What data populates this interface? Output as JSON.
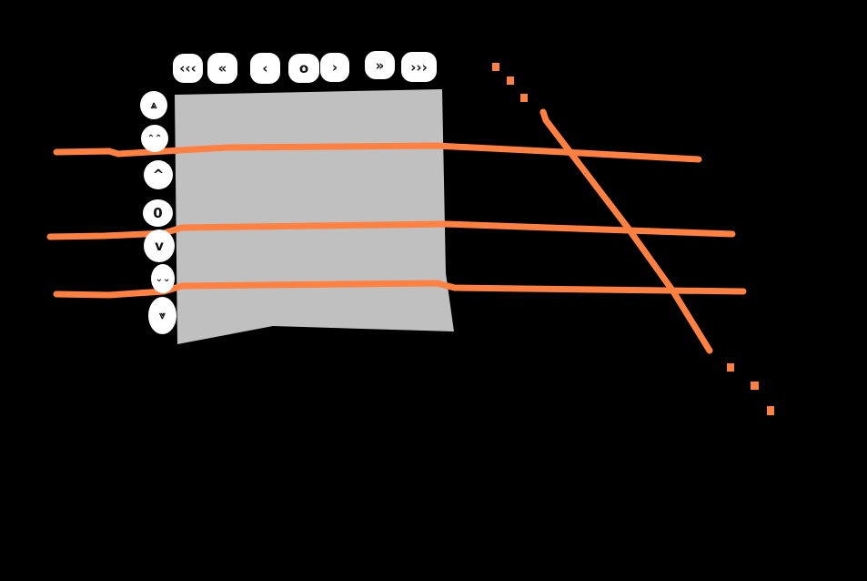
{
  "horizontal_nav": [
    {
      "id": "first",
      "label": "‹‹‹"
    },
    {
      "id": "fast-back",
      "label": "«"
    },
    {
      "id": "back",
      "label": "‹"
    },
    {
      "id": "center",
      "label": "o"
    },
    {
      "id": "forward",
      "label": "›"
    },
    {
      "id": "fast-forward",
      "label": "»"
    },
    {
      "id": "last",
      "label": "›››"
    }
  ],
  "vertical_nav": [
    {
      "id": "top",
      "label": "⩓"
    },
    {
      "id": "page-up",
      "label": "⌃⌃"
    },
    {
      "id": "up",
      "label": "^"
    },
    {
      "id": "center",
      "label": "0"
    },
    {
      "id": "down",
      "label": "v"
    },
    {
      "id": "page-down",
      "label": "⌄⌄"
    },
    {
      "id": "bottom",
      "label": "⩔"
    }
  ],
  "colors": {
    "panel": "#c0c0c0",
    "stroke": "#ff8040",
    "background": "#000000"
  }
}
